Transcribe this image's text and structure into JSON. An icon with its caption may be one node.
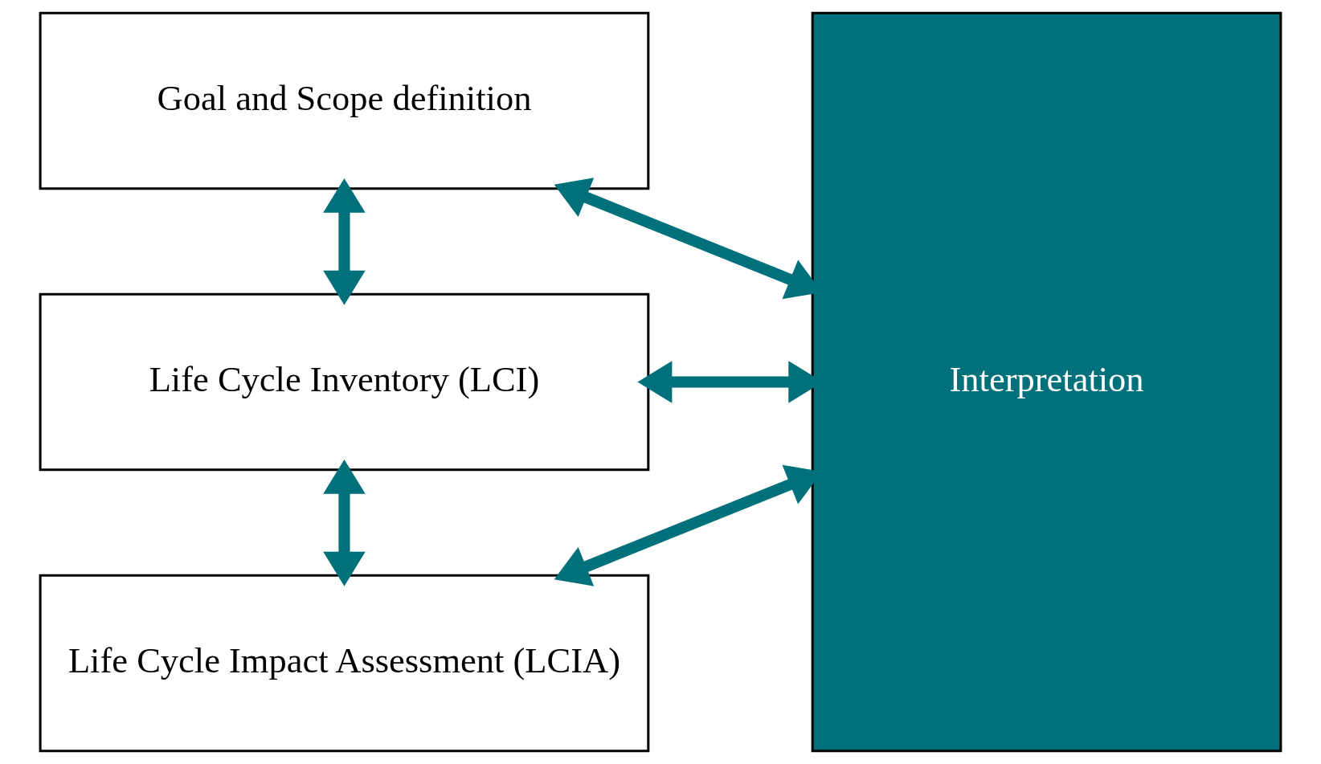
{
  "diagram": {
    "nodes": [
      {
        "text": [
          "Goal and Scope definition"
        ]
      },
      {
        "text": [
          "Life Cycle Inventory (LCI)"
        ]
      },
      {
        "text": [
          "Life Cycle Impact Assessment (LCIA)"
        ]
      },
      {
        "text": [
          "Interpretation"
        ]
      }
    ],
    "edges": [
      {
        "from": 0,
        "to": 3,
        "arrow": "both"
      },
      {
        "from": 0,
        "to": 1,
        "arrow": "both"
      },
      {
        "from": 1,
        "to": 3,
        "arrow": "both"
      },
      {
        "from": 1,
        "to": 2,
        "arrow": "both"
      },
      {
        "from": 2,
        "to": 3,
        "arrow": "both"
      }
    ]
  }
}
